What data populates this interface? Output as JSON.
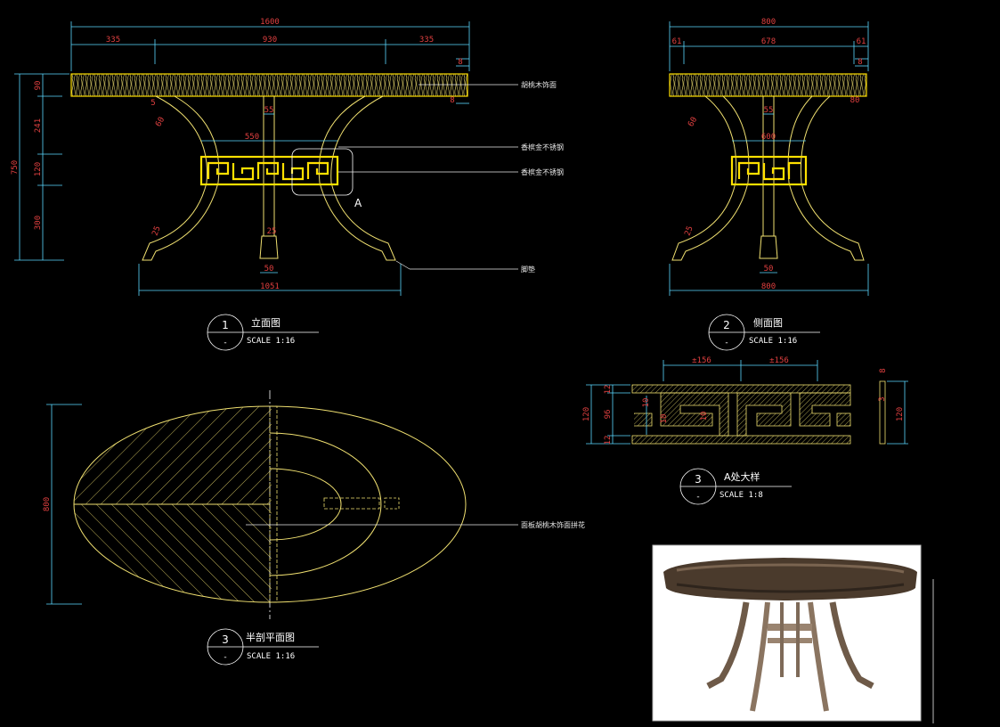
{
  "front_view": {
    "dims": {
      "total_width": "1600",
      "left_overhang": "335",
      "center_span": "930",
      "right_overhang": "335",
      "total_height": "750",
      "top_thickness": "90",
      "upper_leg": "241",
      "fret_height": "120",
      "lower_leg": "300",
      "base_width": "1051",
      "fret_width": "550",
      "center_post": "55",
      "foot_width": "50",
      "leg_angle": "60",
      "edge_a": "5",
      "edge_b": "8",
      "edge_c": "8",
      "foot_r": "25",
      "foot_r2": "25"
    },
    "callouts": [
      "胡桃木饰面",
      "香槟金不锈钢",
      "香槟金不锈钢",
      "脚垫"
    ],
    "detail_marker": "A",
    "title": {
      "number": "1",
      "name": "立面图",
      "sub": "-",
      "scale": "SCALE 1:16"
    }
  },
  "side_view": {
    "dims": {
      "total_width": "800",
      "left_overhang": "61",
      "center_span": "678",
      "right_overhang": "61",
      "base_width": "800",
      "fret_width": "600",
      "center_post": "55",
      "foot_width": "50",
      "leg_angle": "60",
      "edge_b": "8",
      "edge_c": "80",
      "foot_r": "25"
    },
    "title": {
      "number": "2",
      "name": "侧面图",
      "sub": "-",
      "scale": "SCALE 1:16"
    }
  },
  "detail_a": {
    "dims": {
      "pitch_left": "±156",
      "pitch_right": "±156",
      "height": "120",
      "inner": "96",
      "border_top": "12",
      "border_bottom": "12",
      "gap_a": "10",
      "gap_b": "10",
      "gap_c": "10",
      "side_height": "120",
      "side_thick": "8",
      "side_small": "3"
    },
    "title": {
      "number": "3",
      "name": "A处大样",
      "sub": "-",
      "scale": "SCALE 1:8"
    }
  },
  "plan_view": {
    "dims": {
      "depth": "800"
    },
    "callout": "面板胡桃木饰面拼花",
    "title": {
      "number": "3",
      "name": "半剖平面图",
      "sub": "-",
      "scale": "SCALE 1:16"
    }
  }
}
